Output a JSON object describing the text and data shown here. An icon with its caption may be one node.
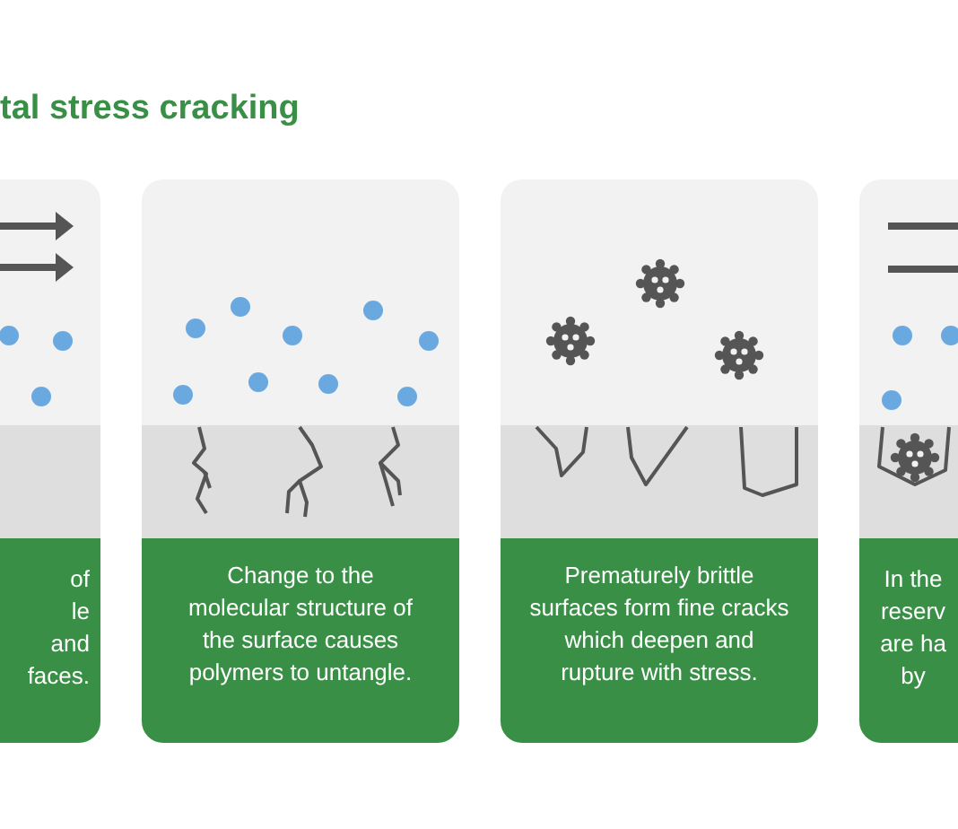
{
  "diagram": {
    "title": "tal stress cracking",
    "nodes": [
      {
        "text": [
          "of le and faces."
        ]
      },
      {
        "text": [
          "Change to the molecular structure of the surface causes polymers to untangle."
        ]
      },
      {
        "text": [
          "Prematurely brittle surfaces form fine cracks which deepen and rupture with stress."
        ]
      },
      {
        "text": [
          "In the reserv are ha by"
        ]
      }
    ]
  }
}
